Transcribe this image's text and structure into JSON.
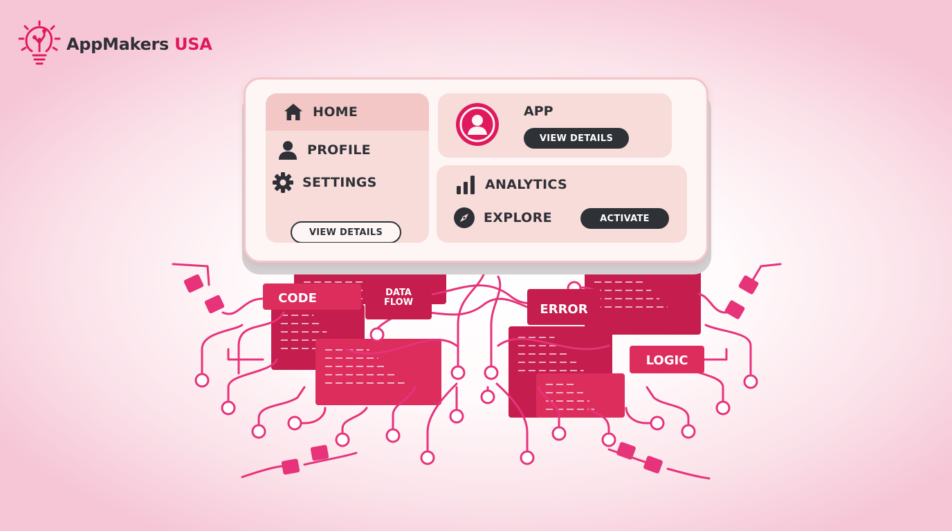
{
  "brand": {
    "name": "AppMakers",
    "suffix": "USA"
  },
  "card": {
    "menu": {
      "items": [
        {
          "label": "HOME",
          "icon": "home-icon",
          "selected": true
        },
        {
          "label": "PROFILE",
          "icon": "person-icon",
          "selected": false
        },
        {
          "label": "SETTINGS",
          "icon": "gear-icon",
          "selected": false
        }
      ],
      "button_label": "VIEW DETAILS"
    },
    "app": {
      "title": "APP",
      "button_label": "VIEW DETAILS",
      "icon": "user-avatar-icon"
    },
    "analytics": {
      "label": "ANALYTICS",
      "icon": "bar-chart-icon"
    },
    "explore": {
      "label": "EXPLORE",
      "icon": "compass-icon",
      "button_label": "ACTIVATE"
    }
  },
  "illustration": {
    "tags": [
      {
        "label": "CODE"
      },
      {
        "label": "DATA\nFLOW"
      },
      {
        "label": "ERROR"
      },
      {
        "label": "LOGIC"
      }
    ]
  },
  "colors": {
    "accent": "#e0195f",
    "pink": "#e6337a",
    "doc_dark": "#c41d4e",
    "doc_mid": "#dc2d5d",
    "text_dark": "#2f3037",
    "button_dark": "#2e3136",
    "panel": "#f7dcd9",
    "card": "#fdf6f5"
  }
}
